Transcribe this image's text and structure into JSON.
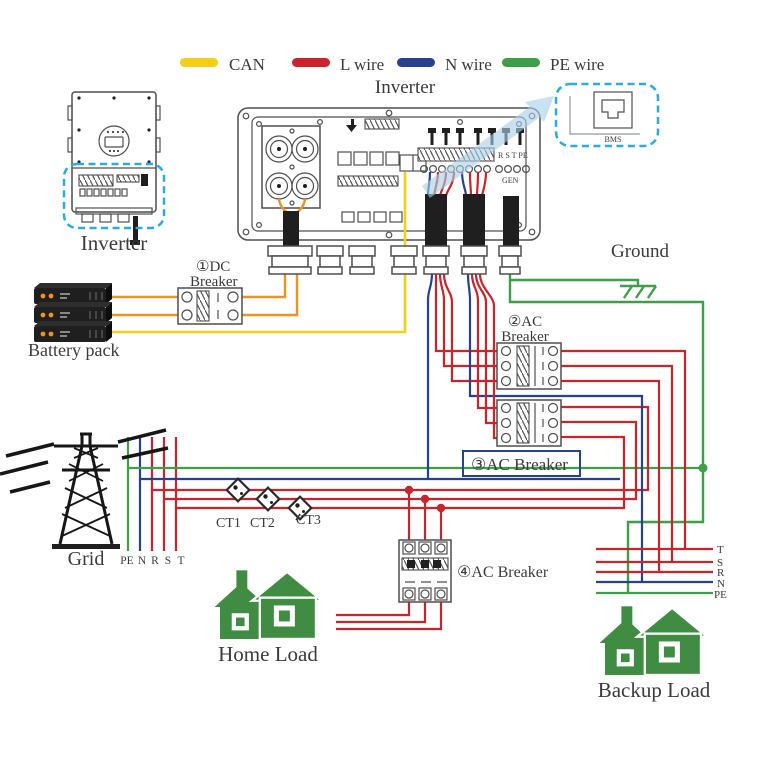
{
  "colors": {
    "can": "#f3cf16",
    "l": "#c9232b",
    "n": "#27418e",
    "pe": "#3f9e48",
    "orange": "#ee9221",
    "cyan": "#2aabdf",
    "house": "#3f8c42",
    "arrow": "#a9cfe7",
    "stroke": "#4f4f4f",
    "text": "#3b3b3b",
    "dark": "#1f1f1f"
  },
  "legend": {
    "items": [
      {
        "label": "CAN",
        "color": "#f3cf16"
      },
      {
        "label": "L wire",
        "color": "#c9232b"
      },
      {
        "label": "N wire",
        "color": "#27418e"
      },
      {
        "label": "PE wire",
        "color": "#3f9e48"
      }
    ]
  },
  "labels": {
    "inverter_title": "Inverter",
    "inverter_unit": "Inverter",
    "bms": "BMS",
    "battery": "Battery pack",
    "ground": "Ground",
    "grid": "Grid",
    "home": "Home Load",
    "backup": "Backup Load"
  },
  "terminals": {
    "rst": "R S T PE",
    "gen": "GEN"
  },
  "breakers": {
    "dc1_line1": "①DC",
    "dc1_line2": "Breaker",
    "ac2_line1": "②AC",
    "ac2_line2": "Breaker",
    "ac3": "③AC Breaker",
    "ac4": "④AC Breaker"
  },
  "cts": {
    "ct1": "CT1",
    "ct2": "CT2",
    "ct3": "CT3"
  },
  "grid_phases": {
    "pe": "PE",
    "n": "N",
    "r": "R",
    "s": "S",
    "t": "T"
  },
  "backup_phases": {
    "t": "T",
    "s": "S",
    "r": "R",
    "n": "N",
    "pe": "PE"
  }
}
